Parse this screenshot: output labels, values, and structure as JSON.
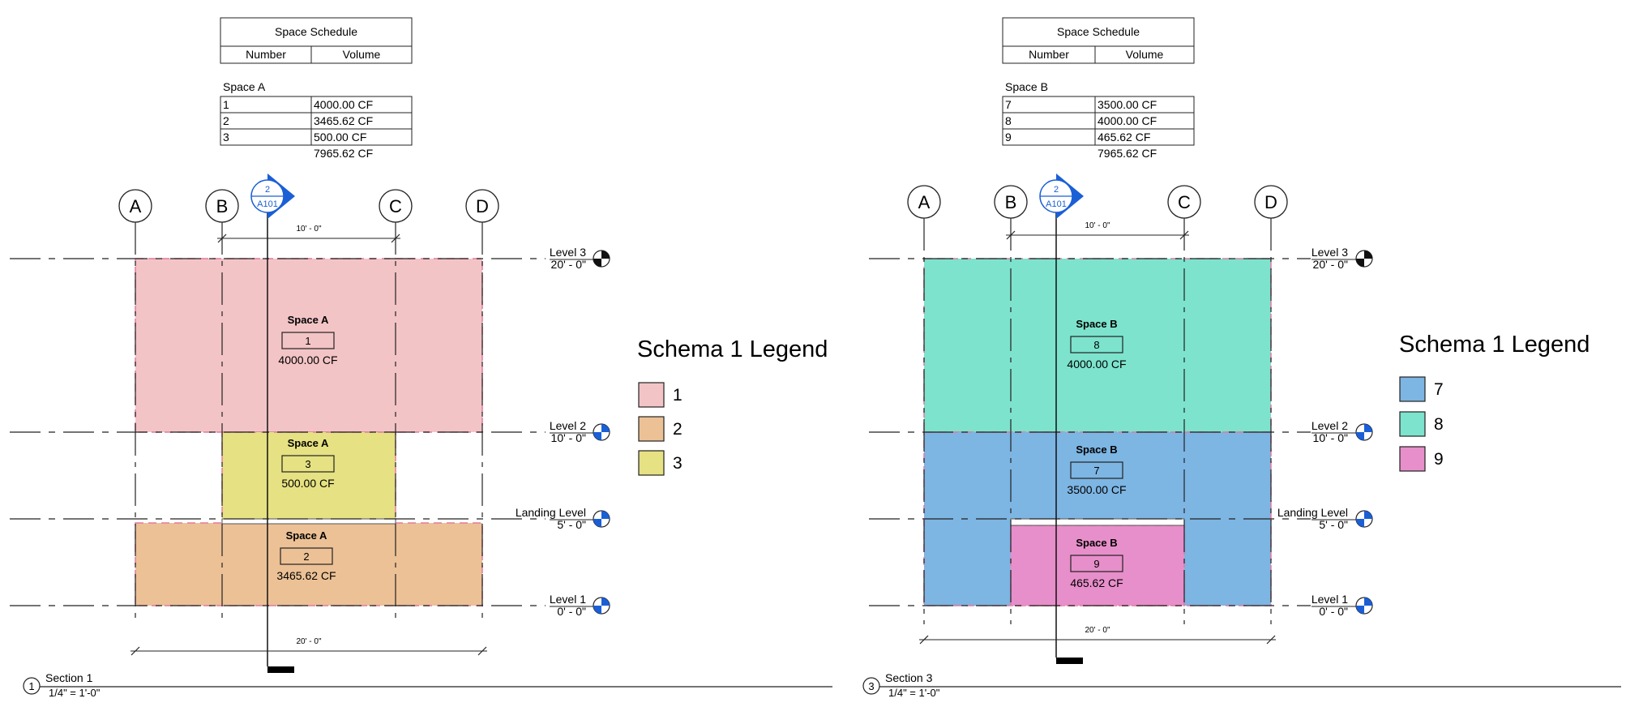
{
  "views": [
    {
      "id": "section-1",
      "schedule": {
        "title": "Space Schedule",
        "headers": [
          "Number",
          "Volume"
        ],
        "group": "Space A",
        "rows": [
          [
            "1",
            "4000.00 CF"
          ],
          [
            "2",
            "3465.62 CF"
          ],
          [
            "3",
            "500.00 CF"
          ]
        ],
        "total": "7965.62 CF"
      },
      "grids": [
        "A",
        "B",
        "C",
        "D"
      ],
      "section_tag": {
        "number": "2",
        "sheet": "A101"
      },
      "dims": {
        "top": "10' - 0\"",
        "bottom": "20' - 0\""
      },
      "levels": [
        {
          "name": "Level 3",
          "elev": "20' - 0\""
        },
        {
          "name": "Level 2",
          "elev": "10' - 0\""
        },
        {
          "name": "Landing Level",
          "elev": "5' - 0\""
        },
        {
          "name": "Level 1",
          "elev": "0' - 0\""
        }
      ],
      "spaces": [
        {
          "name": "Space A",
          "number": "1",
          "volume": "4000.00 CF",
          "color": "#f3c4c6"
        },
        {
          "name": "Space A",
          "number": "3",
          "volume": "500.00 CF",
          "color": "#e6e182"
        },
        {
          "name": "Space A",
          "number": "2",
          "volume": "3465.62 CF",
          "color": "#ecc196"
        }
      ],
      "legend": {
        "title": "Schema 1 Legend",
        "items": [
          {
            "label": "1",
            "color": "#f3c4c6"
          },
          {
            "label": "2",
            "color": "#ecc196"
          },
          {
            "label": "3",
            "color": "#e6e182"
          }
        ]
      },
      "view_title": {
        "number": "1",
        "name": "Section 1",
        "scale": "1/4\" = 1'-0\""
      }
    },
    {
      "id": "section-3",
      "schedule": {
        "title": "Space Schedule",
        "headers": [
          "Number",
          "Volume"
        ],
        "group": "Space B",
        "rows": [
          [
            "7",
            "3500.00 CF"
          ],
          [
            "8",
            "4000.00 CF"
          ],
          [
            "9",
            "465.62 CF"
          ]
        ],
        "total": "7965.62 CF"
      },
      "grids": [
        "A",
        "B",
        "C",
        "D"
      ],
      "section_tag": {
        "number": "2",
        "sheet": "A101"
      },
      "dims": {
        "top": "10' - 0\"",
        "bottom": "20' - 0\""
      },
      "levels": [
        {
          "name": "Level 3",
          "elev": "20' - 0\""
        },
        {
          "name": "Level 2",
          "elev": "10' - 0\""
        },
        {
          "name": "Landing Level",
          "elev": "5' - 0\""
        },
        {
          "name": "Level 1",
          "elev": "0' - 0\""
        }
      ],
      "spaces": [
        {
          "name": "Space B",
          "number": "8",
          "volume": "4000.00 CF",
          "color": "#7de3cd"
        },
        {
          "name": "Space B",
          "number": "7",
          "volume": "3500.00 CF",
          "color": "#7db5e3"
        },
        {
          "name": "Space B",
          "number": "9",
          "volume": "465.62 CF",
          "color": "#e78fca"
        }
      ],
      "legend": {
        "title": "Schema 1 Legend",
        "items": [
          {
            "label": "7",
            "color": "#7db5e3"
          },
          {
            "label": "8",
            "color": "#7de3cd"
          },
          {
            "label": "9",
            "color": "#e78fca"
          }
        ]
      },
      "view_title": {
        "number": "3",
        "name": "Section 3",
        "scale": "1/4\" = 1'-0\""
      }
    }
  ]
}
